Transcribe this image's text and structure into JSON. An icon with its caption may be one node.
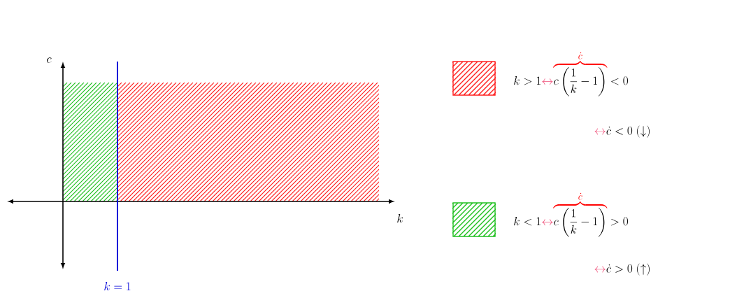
{
  "diagram": {
    "labels": [
      "c",
      "k",
      "k = 1",
      "\\textcolor[HTML]{F0507A}{\\leftrightarrow}\\dot{c} < 0 \\;(\\downarrow)",
      "\\textcolor[HTML]{F0507A}{\\leftrightarrow}\\dot{c} > 0 \\;(\\uparrow)"
    ],
    "legend": [
      {
        "text": "k > 1\\textcolor[HTML]{F0507A}{\\leftrightarrow}\\textcolor{red}{\\overbrace{\\textcolor{black}{c\\left(\\dfrac{1}{k}-1\\right)}}^{\\dot{c}}} < 0",
        "color": "#ff2020"
      },
      {
        "text": "k < 1\\textcolor[HTML]{F0507A}{\\leftrightarrow}\\textcolor{red}{\\overbrace{\\textcolor{black}{c\\left(\\dfrac{1}{k}-1\\right)}}^{\\dot{c}}} > 0",
        "color": "#20c020"
      }
    ]
  }
}
